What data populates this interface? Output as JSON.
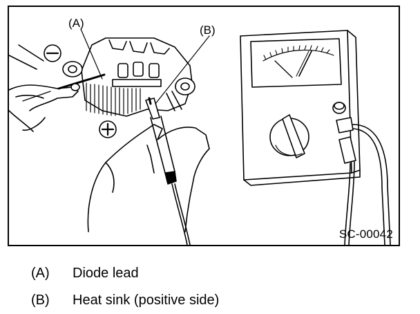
{
  "figure": {
    "code": "SC-00042",
    "callouts": [
      {
        "id": "A",
        "text": "(A)"
      },
      {
        "id": "B",
        "text": "(B)"
      }
    ],
    "polarity": {
      "negative": "−",
      "positive": "+"
    }
  },
  "legend": [
    {
      "key": "(A)",
      "label": "Diode lead"
    },
    {
      "key": "(B)",
      "label": "Heat sink (positive side)"
    }
  ]
}
